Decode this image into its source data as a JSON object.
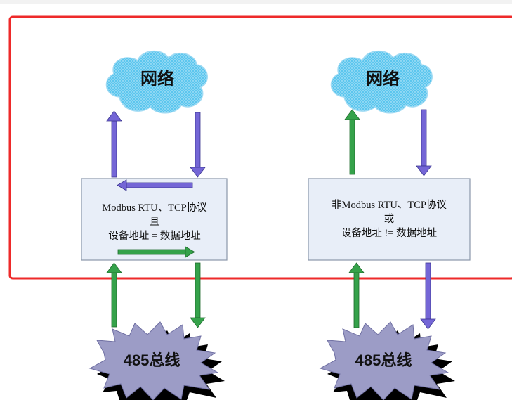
{
  "colors": {
    "frame": "#ee2a2a",
    "cloud": "#5cc6ee",
    "box_fill": "#e8eef8",
    "box_stroke": "#8a97aa",
    "arrow_purple": "#7466d6",
    "arrow_green": "#35a24a",
    "burst": "#9c9cc6",
    "burst_shadow": "#000000"
  },
  "left": {
    "network_label": "网络",
    "box_line1": "Modbus RTU、TCP协议",
    "box_line2": "且",
    "box_line3": "设备地址 = 数据地址",
    "bus_label": "485总线"
  },
  "right": {
    "network_label": "网络",
    "box_line1": "非Modbus RTU、TCP协议",
    "box_line2": "或",
    "box_line3": "设备地址 != 数据地址",
    "bus_label": "485总线"
  }
}
